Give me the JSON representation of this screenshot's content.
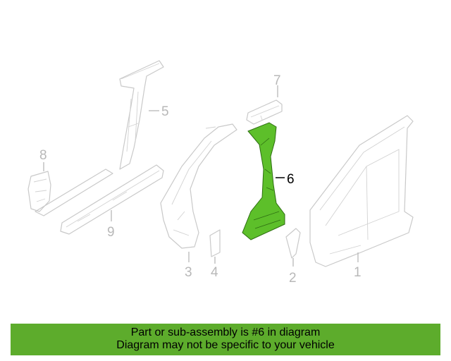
{
  "diagram": {
    "callouts": {
      "c1": "1",
      "c2": "2",
      "c3": "3",
      "c4": "4",
      "c5": "5",
      "c6": "6",
      "c7": "7",
      "c8": "8",
      "c9": "9"
    },
    "highlight_color": "#5dbf2a",
    "highlighted_part": "6"
  },
  "footer": {
    "line1": "Part or sub-assembly is #6 in diagram",
    "line2": "Diagram may not be specific to your vehicle",
    "background": "#5dac2c"
  }
}
